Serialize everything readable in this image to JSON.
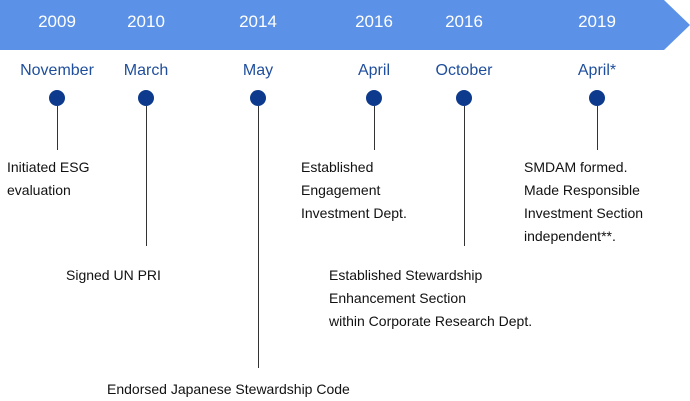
{
  "timeline": {
    "bar_color": "#5b91e6",
    "marker_color": "#0d3a8c",
    "month_color": "#1f4e9c",
    "events": [
      {
        "year": "2009",
        "month": "November",
        "description": [
          "Initiated ESG",
          "evaluation"
        ]
      },
      {
        "year": "2010",
        "month": "March",
        "description": [
          "Signed UN PRI"
        ]
      },
      {
        "year": "2014",
        "month": "May",
        "description": [
          "Endorsed Japanese Stewardship Code"
        ]
      },
      {
        "year": "2016",
        "month": "April",
        "description": [
          "Established",
          "Engagement",
          "Investment Dept."
        ]
      },
      {
        "year": "2016",
        "month": "October",
        "description": [
          "Established Stewardship",
          "Enhancement Section",
          "within Corporate Research Dept."
        ]
      },
      {
        "year": "2019",
        "month": "April*",
        "description": [
          "SMDAM formed.",
          "Made Responsible",
          "Investment Section",
          "independent**."
        ]
      }
    ]
  }
}
